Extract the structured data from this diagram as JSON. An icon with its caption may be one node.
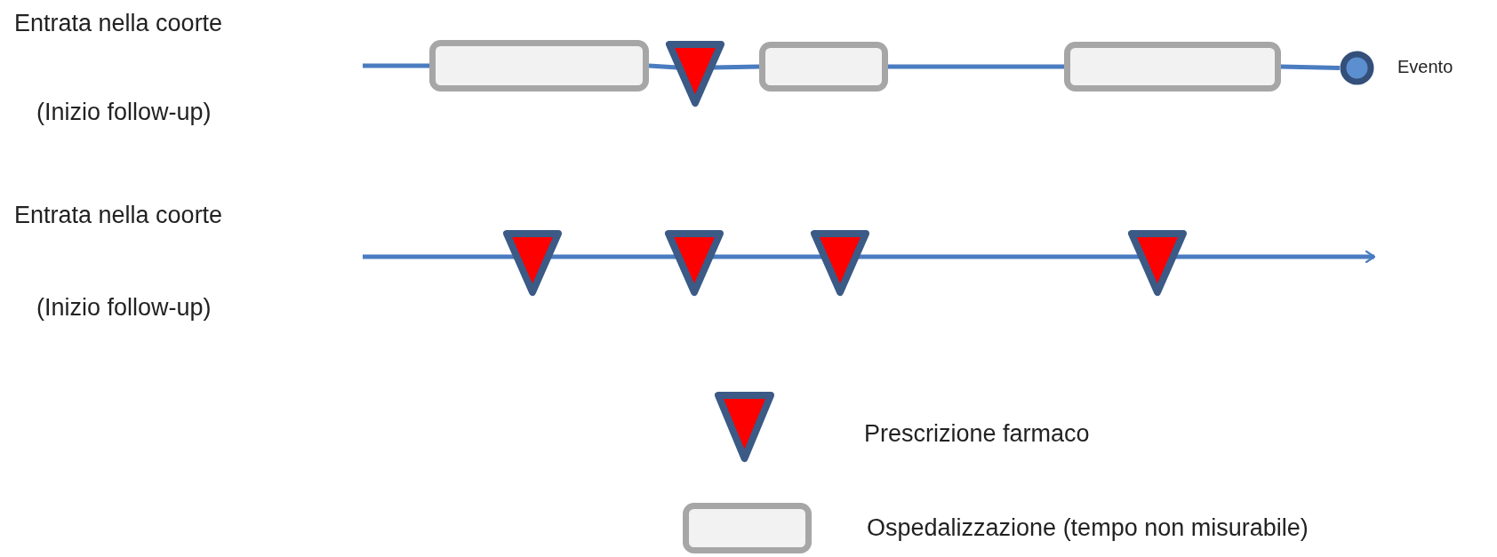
{
  "diagram": {
    "nodes": [
      {
        "text": [],
        "shape": "box"
      },
      {
        "text": [],
        "shape": "triangle"
      },
      {
        "text": [],
        "shape": "box"
      },
      {
        "text": [],
        "shape": "box"
      },
      {
        "text": [],
        "shape": "circle",
        "beside": [
          "Evento"
        ]
      },
      {
        "text": [],
        "shape": "triangle"
      },
      {
        "text": [],
        "shape": "triangle"
      },
      {
        "text": [],
        "shape": "triangle"
      },
      {
        "text": [],
        "shape": "triangle"
      }
    ],
    "edges": [
      {
        "from": null,
        "to": 0,
        "arrow": "none"
      },
      {
        "from": 0,
        "to": 1,
        "arrow": "none"
      },
      {
        "from": 1,
        "to": 2,
        "arrow": "none"
      },
      {
        "from": 2,
        "to": 3,
        "arrow": "none"
      },
      {
        "from": 3,
        "to": 4,
        "arrow": "none"
      },
      {
        "from": null,
        "to": 5,
        "arrow": "none"
      },
      {
        "from": 5,
        "to": 6,
        "arrow": "none"
      },
      {
        "from": 6,
        "to": 7,
        "arrow": "none"
      },
      {
        "from": 7,
        "to": 8,
        "arrow": "none"
      },
      {
        "from": 8,
        "to": null,
        "arrow": "to"
      }
    ],
    "labels": [
      "Entrata nella coorte",
      "(Inizio follow-up)",
      "Entrata nella coorte",
      "(Inizio follow-up)"
    ],
    "legend": [
      {
        "text": "Prescrizione farmaco"
      },
      {
        "text": "Ospedalizzazione (tempo non misurabile)"
      }
    ]
  }
}
